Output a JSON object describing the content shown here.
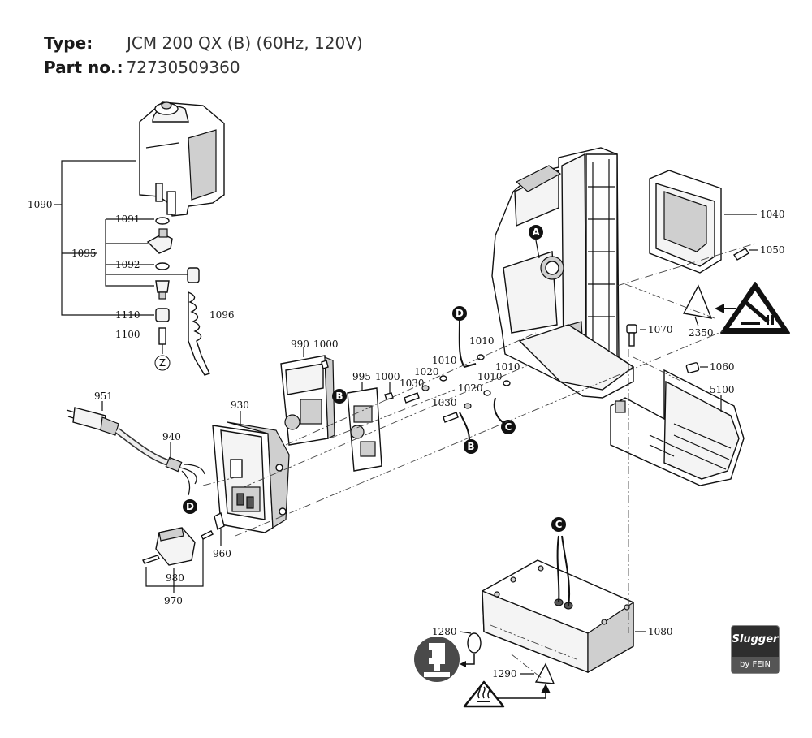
{
  "header": {
    "type_label": "Type:",
    "type_value": "JCM 200 QX (B) (60Hz, 120V)",
    "part_label": "Part no.:",
    "part_value": "72730509360"
  },
  "parts": {
    "p1090": "1090",
    "p1091": "1091",
    "p1095": "1095",
    "p1092": "1092",
    "p1110": "1110",
    "p1100": "1100",
    "p1096": "1096",
    "p951": "951",
    "p940": "940",
    "p930": "930",
    "p960": "960",
    "p980": "980",
    "p970": "970",
    "p990": "990",
    "p1000a": "1000",
    "p995": "995",
    "p1000b": "1000",
    "p1030a": "1030",
    "p1020a": "1020",
    "p1010a": "1010",
    "p1010b": "1010",
    "p1030b": "1030",
    "p1020b": "1020",
    "p1010c": "1010",
    "p1010d": "1010",
    "p1040": "1040",
    "p1050": "1050",
    "p1070": "1070",
    "p2350": "2350",
    "p1060": "1060",
    "p5100": "5100",
    "p1080": "1080",
    "p1280": "1280",
    "p1290": "1290"
  },
  "callouts": {
    "a": "A",
    "b1": "B",
    "b2": "B",
    "c1": "C",
    "c2": "C",
    "d1": "D",
    "d2": "D",
    "z": "Z"
  },
  "logo": {
    "brand": "Slugger",
    "sub": "by FEIN"
  }
}
